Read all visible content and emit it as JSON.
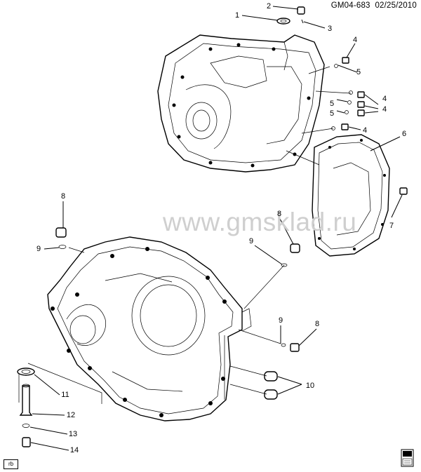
{
  "header": {
    "diagram_id": "GM04-683",
    "date": "02/25/2010"
  },
  "watermark": "www.gmsklad.ru",
  "footer_tag": "rb",
  "callouts": [
    "1",
    "2",
    "3",
    "4",
    "4",
    "4",
    "4",
    "5",
    "5",
    "5",
    "6",
    "7",
    "8",
    "8",
    "8",
    "9",
    "9",
    "9",
    "10",
    "11",
    "12",
    "13",
    "14"
  ],
  "icons": {
    "book": "manual-book-icon"
  }
}
